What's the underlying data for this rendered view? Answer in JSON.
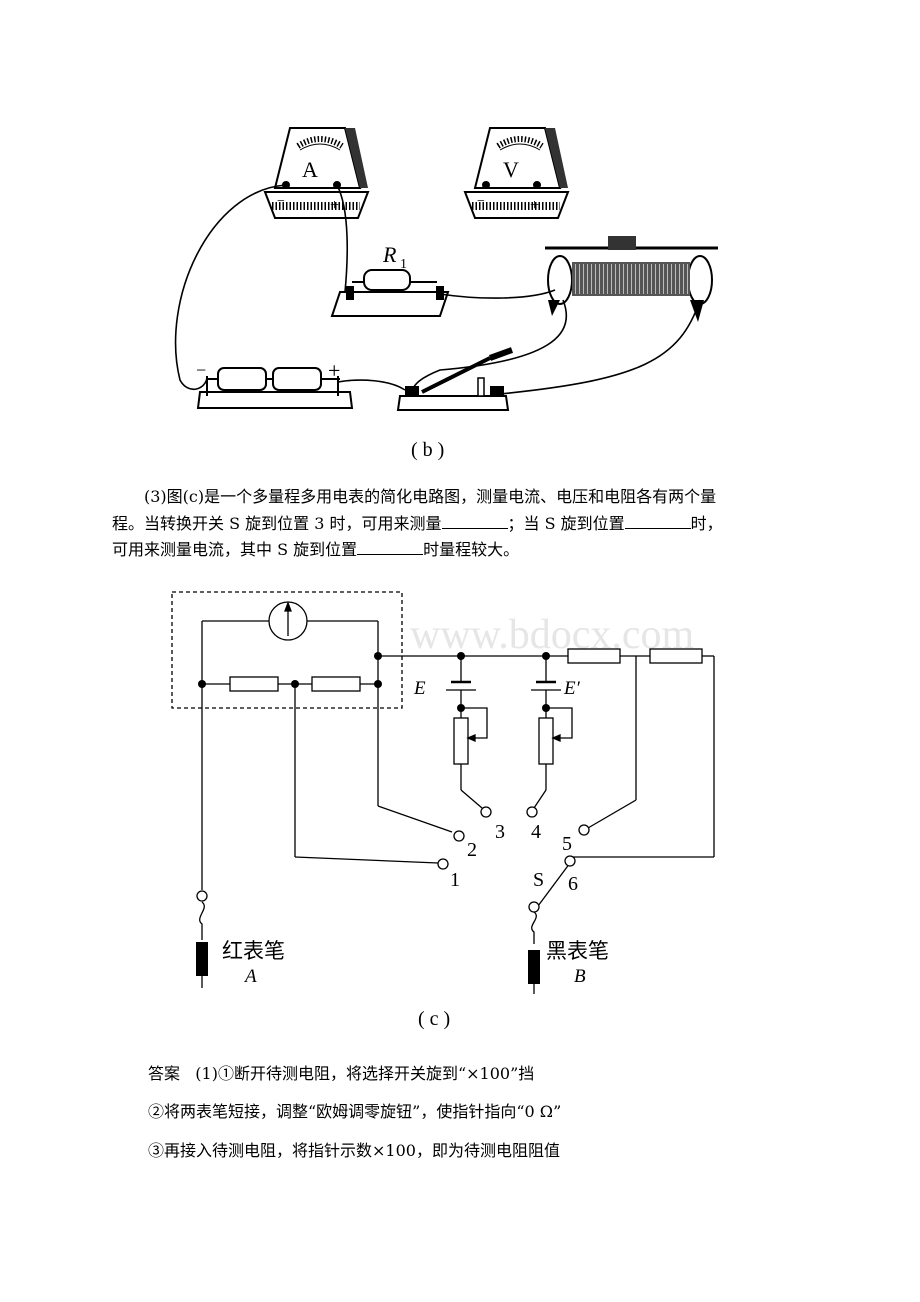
{
  "figure_b": {
    "ammeter_letter": "A",
    "voltmeter_letter": "V",
    "resistor_label": "R",
    "resistor_sub": "1",
    "minus": "−",
    "plus": "+",
    "caption": "( b )"
  },
  "question": {
    "p1": "(3)图(c)是一个多量程多用电表的简化电路图，测量电流、电压和电阻各有两个量",
    "p2a": "程。当转换开关 S 旋到位置 3 时，可用来测量",
    "p2b": "；当 S 旋到位置",
    "p2c": "时，",
    "p3a": "可用来测量电流，其中 S 旋到位置",
    "p3b": "时量程较大。"
  },
  "figure_c": {
    "E": "E",
    "E_prime": "E′",
    "pos1": "1",
    "pos2": "2",
    "pos3": "3",
    "pos4": "4",
    "pos5": "5",
    "pos6": "6",
    "switch": "S",
    "red_probe": "红表笔",
    "red_letter": "A",
    "black_probe": "黑表笔",
    "black_letter": "B",
    "caption": "( c )",
    "watermark": "www.bdocx.com"
  },
  "answer": {
    "label": "答案",
    "line1": "(1)①断开待测电阻，将选择开关旋到“×100”挡",
    "line2": "②将两表笔短接，调整“欧姆调零旋钮”，使指针指向“0 Ω”",
    "line3": "③再接入待测电阻，将指针示数×100，即为待测电阻阻值"
  }
}
